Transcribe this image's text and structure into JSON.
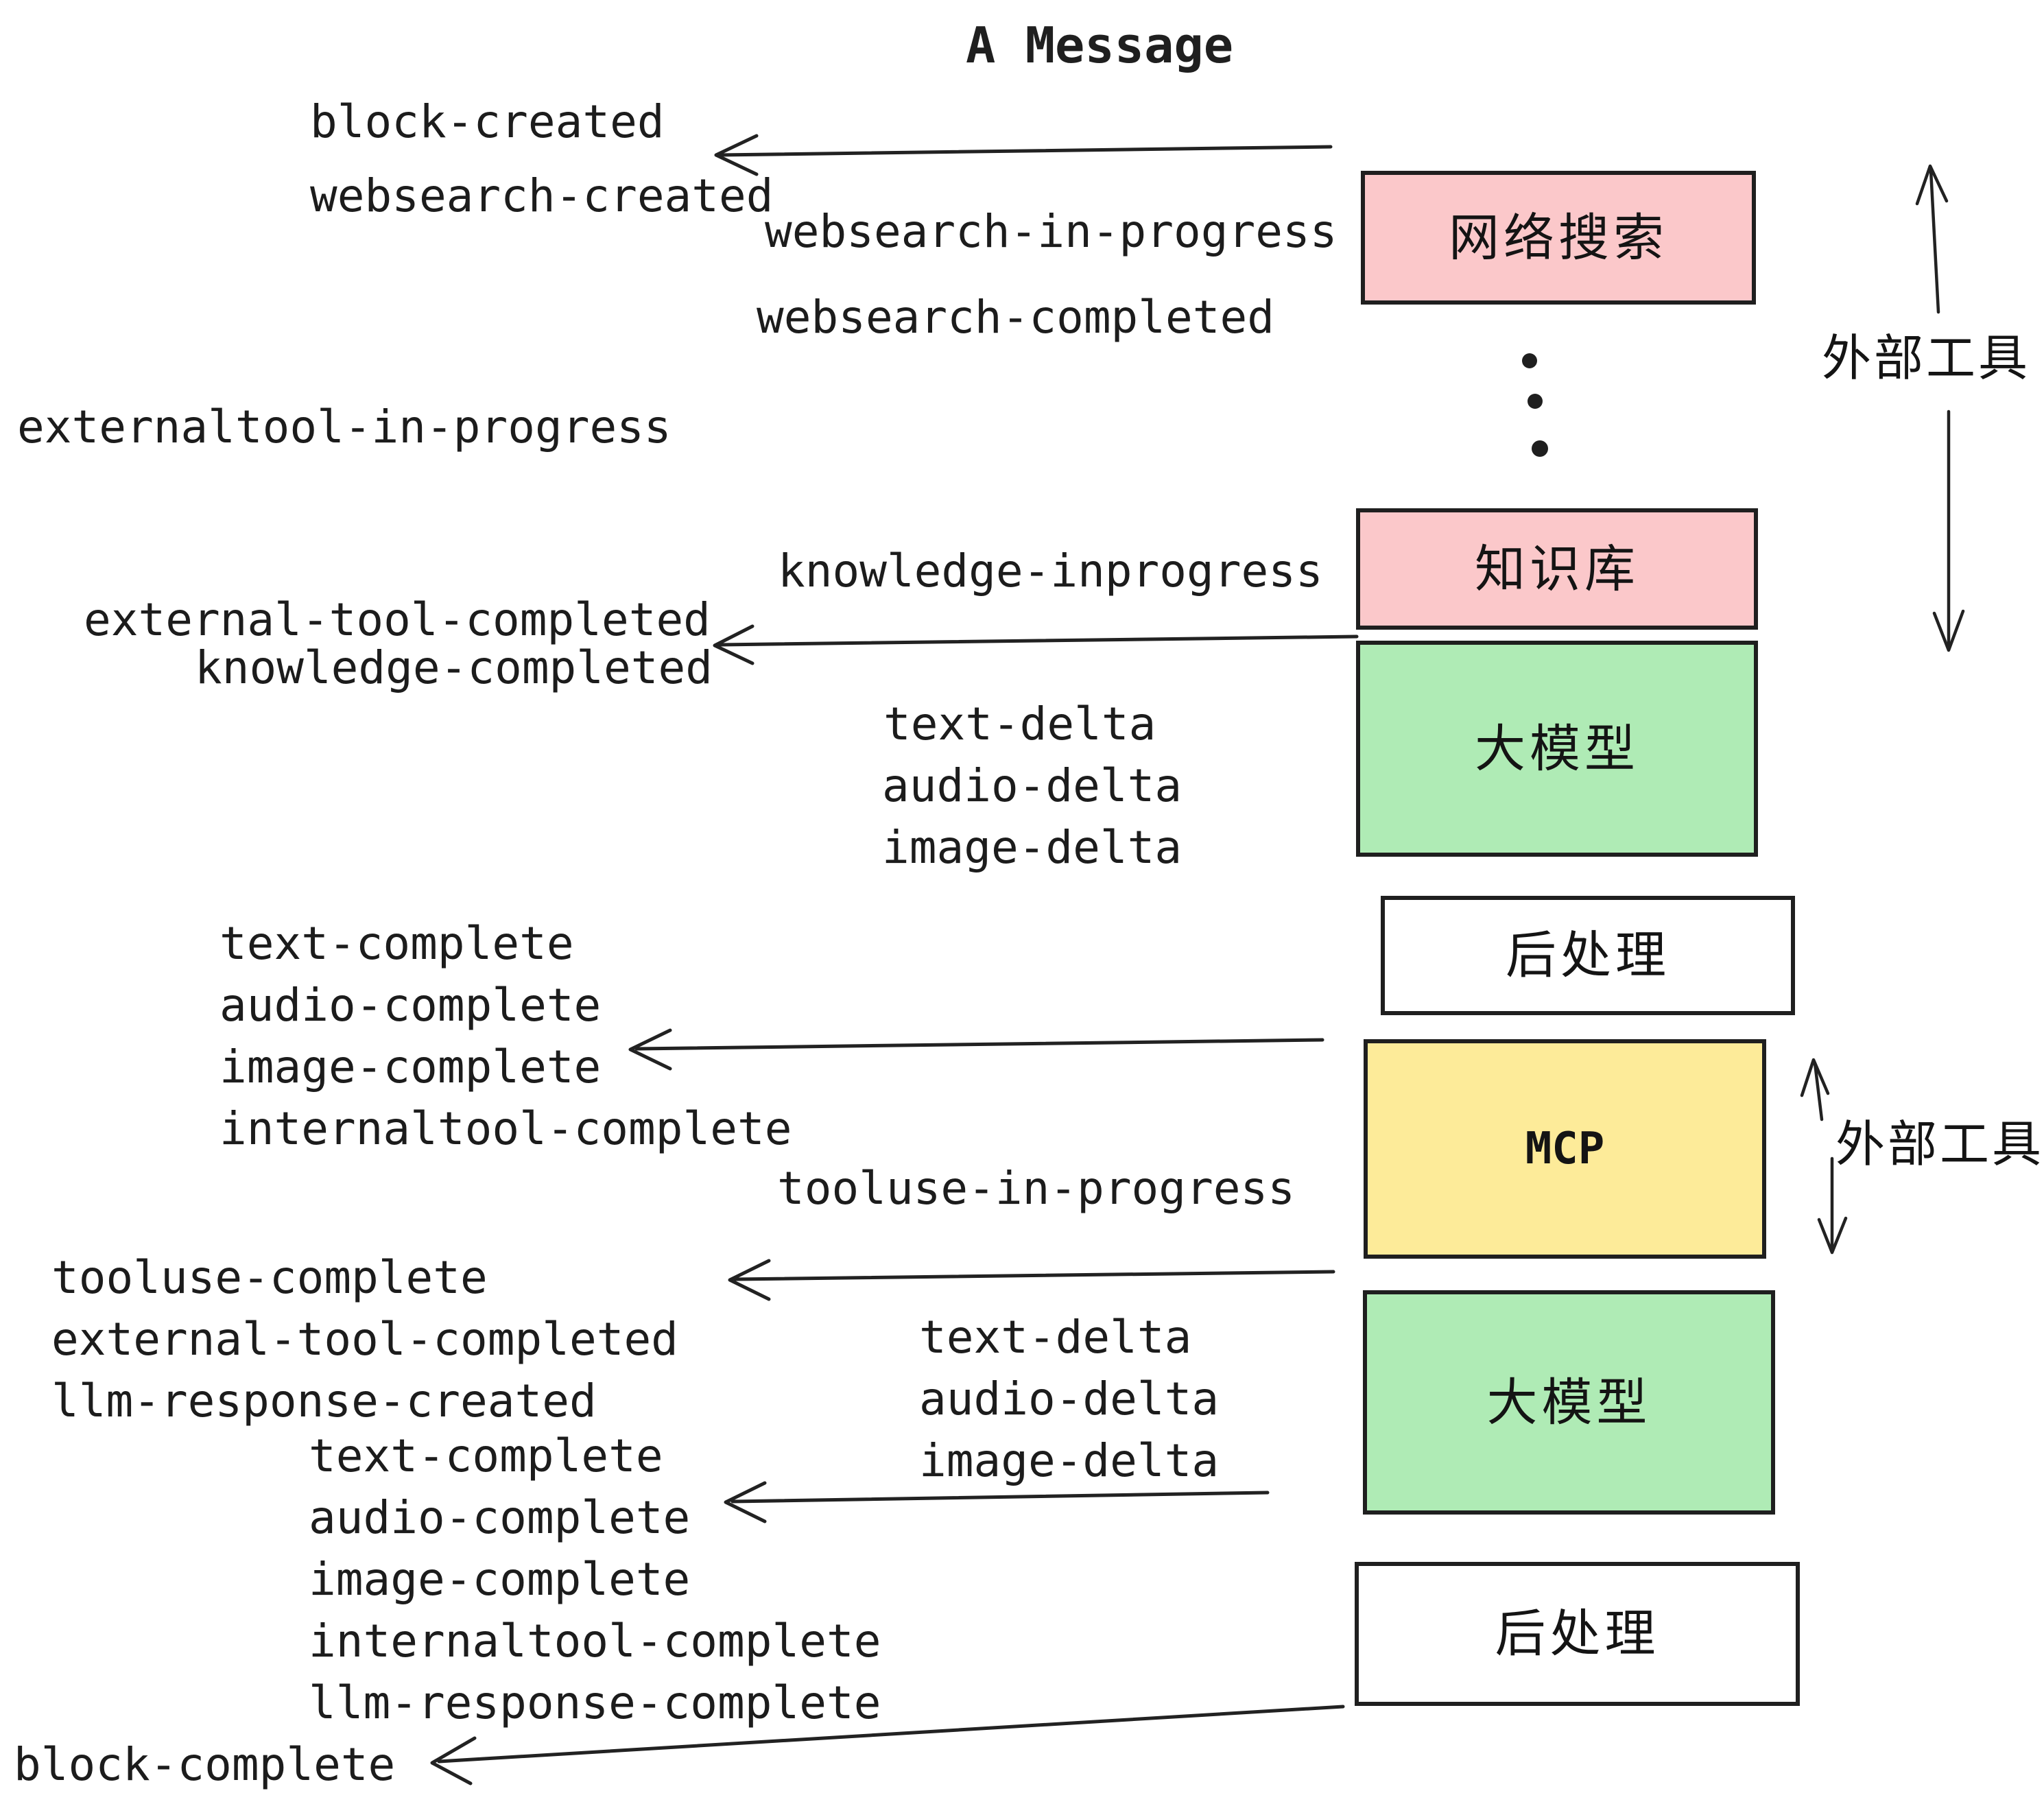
{
  "title": "A Message",
  "colors": {
    "box_pink": "#FBC8CA",
    "box_green": "#AFEBB5",
    "box_yellow": "#FDEB99",
    "box_white": "#FFFFFF",
    "line": "#222222",
    "text": "#1C1C1C"
  },
  "stages": [
    {
      "label": "网络搜索",
      "color": "#FBC8CA"
    },
    {
      "label": "知识库",
      "color": "#FBC8CA"
    },
    {
      "label": "大模型",
      "color": "#AFEBB5"
    },
    {
      "label": "后处理",
      "color": "#FFFFFF"
    },
    {
      "label": "MCP",
      "color": "#FDEB99"
    },
    {
      "label": "大模型",
      "color": "#AFEBB5"
    },
    {
      "label": "后处理",
      "color": "#FFFFFF"
    }
  ],
  "side_labels": [
    {
      "text": "外部工具"
    },
    {
      "text": "外部工具"
    }
  ],
  "events": [
    "block-created",
    "websearch-created",
    "websearch-in-progress",
    "websearch-completed",
    "externaltool-in-progress",
    "knowledge-inprogress",
    "external-tool-completed",
    "knowledge-completed",
    "text-delta",
    "audio-delta",
    "image-delta",
    "text-complete",
    "audio-complete",
    "image-complete",
    "internaltool-complete",
    "tooluse-in-progress",
    "tooluse-complete",
    "external-tool-completed",
    "llm-response-created",
    "text-complete",
    "audio-complete",
    "image-complete",
    "internaltool-complete",
    "llm-response-complete",
    "block-complete"
  ]
}
